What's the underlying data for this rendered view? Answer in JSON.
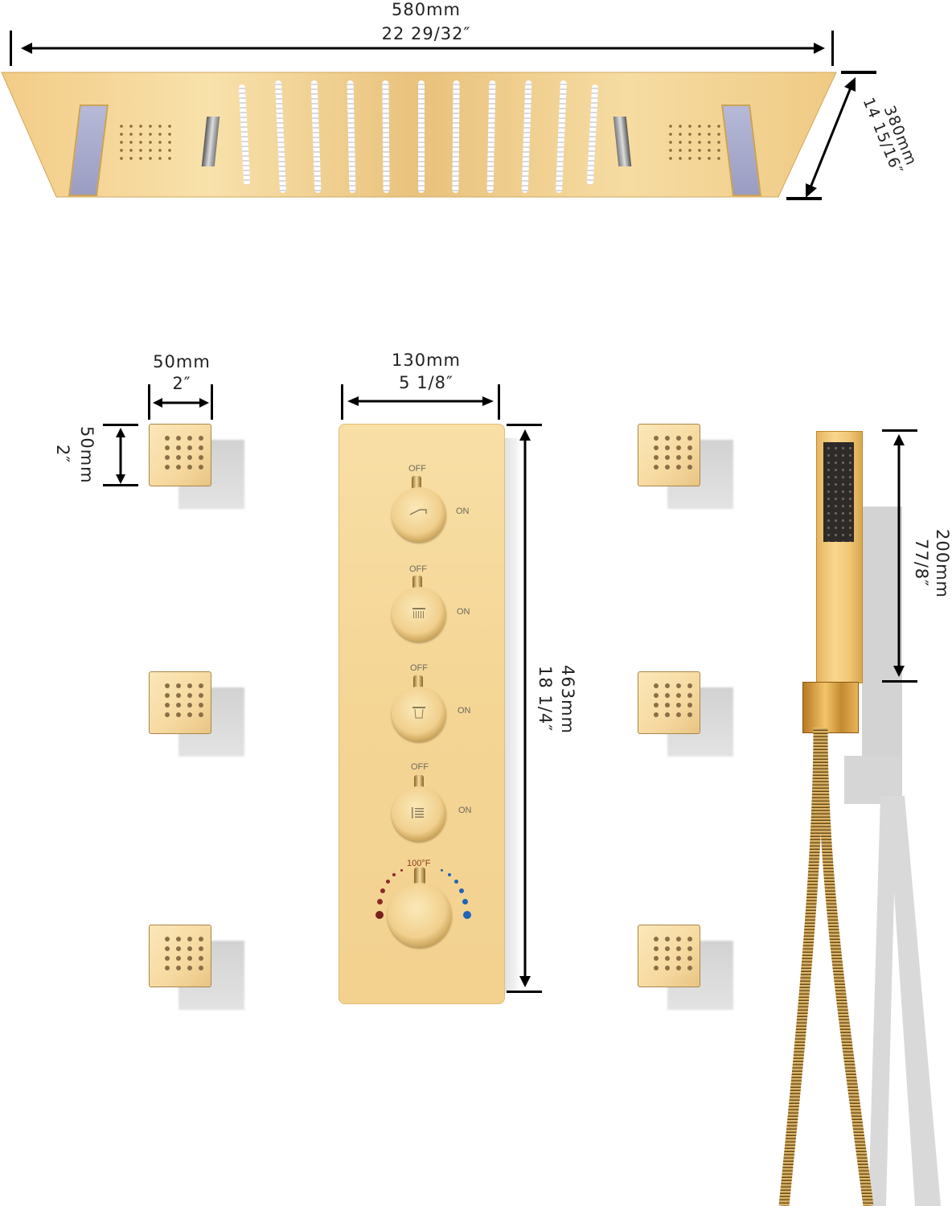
{
  "image": {
    "subject": "Gold shower system dimension diagram",
    "background": "#ffffff",
    "gold_color": "#f3d08e"
  },
  "rain_head": {
    "width_mm": "580mm",
    "width_in": "22 29/32″",
    "depth_mm": "380mm",
    "depth_in": "14 15/16″"
  },
  "body_jet": {
    "width_mm": "50mm",
    "width_in": "2″",
    "height_mm": "50mm",
    "height_in": "2″",
    "count": 6
  },
  "control_panel": {
    "width_mm": "130mm",
    "width_in": "5 1/8″",
    "height_mm": "463mm",
    "height_in": "18 1/4″",
    "valves": [
      {
        "off": "OFF",
        "on": "ON",
        "icon": "handshower-icon"
      },
      {
        "off": "OFF",
        "on": "ON",
        "icon": "rain-shower-icon"
      },
      {
        "off": "OFF",
        "on": "ON",
        "icon": "waterfall-icon"
      },
      {
        "off": "OFF",
        "on": "ON",
        "icon": "body-jet-icon"
      }
    ],
    "thermostat": {
      "label": "100°F",
      "hot_color": "#8b1e1e",
      "cold_color": "#1f64b8"
    }
  },
  "hand_shower": {
    "length_mm": "200mm",
    "length_in": "77/8″"
  }
}
